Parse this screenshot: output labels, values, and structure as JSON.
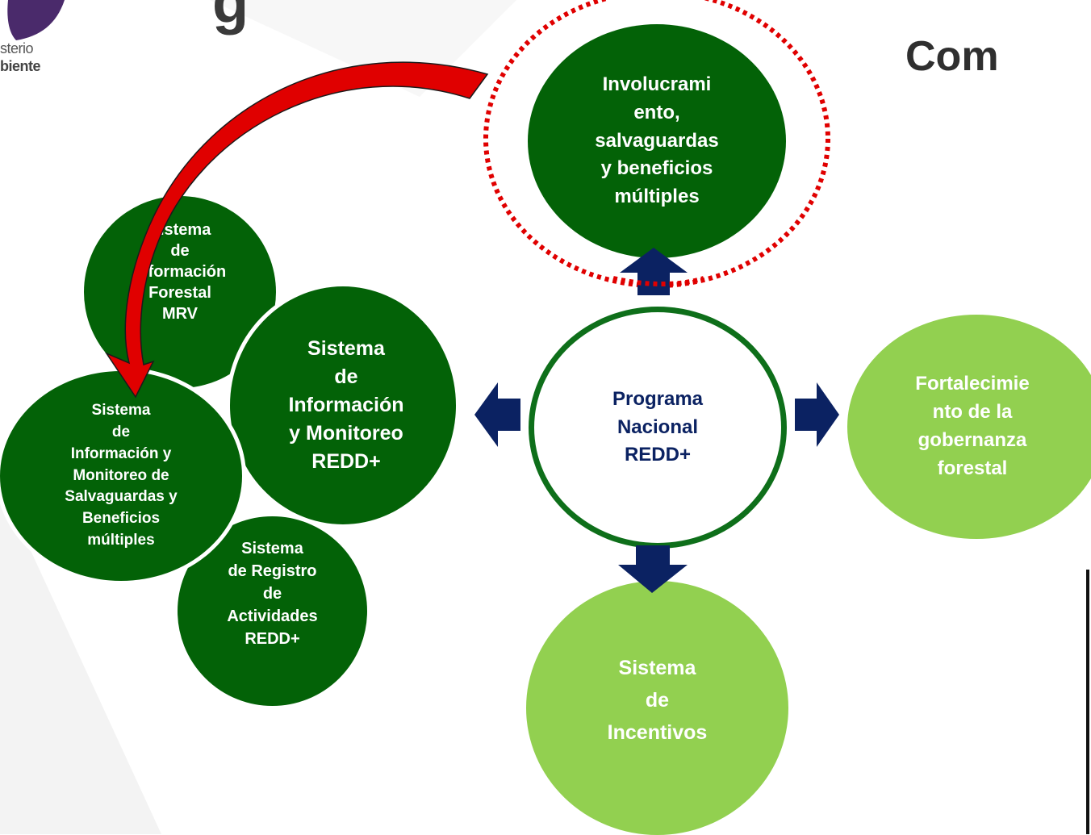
{
  "header": {
    "title": "g",
    "title_right": "Com"
  },
  "logo": {
    "line1": "sterio",
    "line2": "biente"
  },
  "nodes": {
    "involucramiento": "Involucrami\nento,\nsalvaguardas\ny beneficios\nmúltiples",
    "sistema_forestal_mrv": "Sistema\nde\nInformación\nForestal\nMRV",
    "sistema_info_monitoreo": "Sistema\nde\nInformación\ny Monitoreo\nREDD+",
    "sistema_salvaguardas": "Sistema\nde\nInformación  y\nMonitoreo de\nSalvaguardas y\nBeneficios\nmúltiples",
    "sistema_registro": "Sistema\nde Registro\nde\nActividades\nREDD+",
    "programa_nacional": "Programa\nNacional\nREDD+",
    "fortalecimiento": "Fortalecimie\nnto de la\ngobernanza\nforestal",
    "sistema_incentivos": "Sistema\nde\nIncentivos"
  },
  "colors": {
    "dark_green": "#036207",
    "light_green": "#92d050",
    "navy": "#0b2262",
    "red": "#e00000",
    "dashed_red": "#e00000"
  }
}
